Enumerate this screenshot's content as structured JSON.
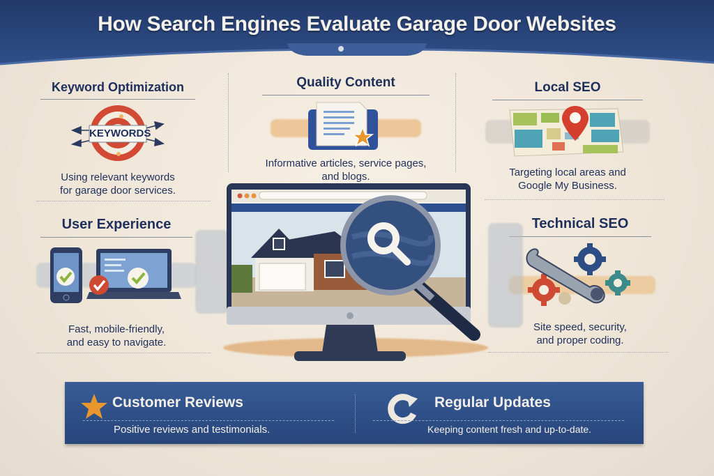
{
  "header": {
    "title": "How Search Engines Evaluate Garage Door Websites"
  },
  "sections": {
    "keyword": {
      "title": "Keyword Optimization",
      "badge": "KEYWORDS",
      "desc_line1": "Using relevant keywords",
      "desc_line2": "for garage door services.",
      "icon": "target-icon"
    },
    "content": {
      "title": "Quality Content",
      "desc_line1": "Informative articles, service pages,",
      "desc_line2": "and blogs.",
      "icon": "document-star-icon"
    },
    "local": {
      "title": "Local SEO",
      "desc_line1": "Targeting local areas and",
      "desc_line2": "Google My Business.",
      "icon": "map-pin-icon"
    },
    "ux": {
      "title": "User Experience",
      "desc_line1": "Fast, mobile-friendly,",
      "desc_line2": "and easy to navigate.",
      "icon": "devices-check-icon"
    },
    "technical": {
      "title": "Technical SEO",
      "desc_line1": "Site speed, security,",
      "desc_line2": "and proper coding.",
      "icon": "wrench-gears-icon"
    }
  },
  "center": {
    "icon": "monitor-magnifier-icon"
  },
  "banner": {
    "reviews": {
      "title": "Customer Reviews",
      "desc": "Positive reviews and testimonials.",
      "icon": "star-icon"
    },
    "updates": {
      "title": "Regular Updates",
      "desc": "Keeping content fresh and up-to-date.",
      "icon": "refresh-icon"
    }
  },
  "colors": {
    "navy": "#2d4d85",
    "header_navy": "#26406f",
    "text_navy": "#1f2f5c",
    "accent_orange": "#e8962e",
    "accent_red": "#cf4a32",
    "background": "#f3ece0"
  }
}
